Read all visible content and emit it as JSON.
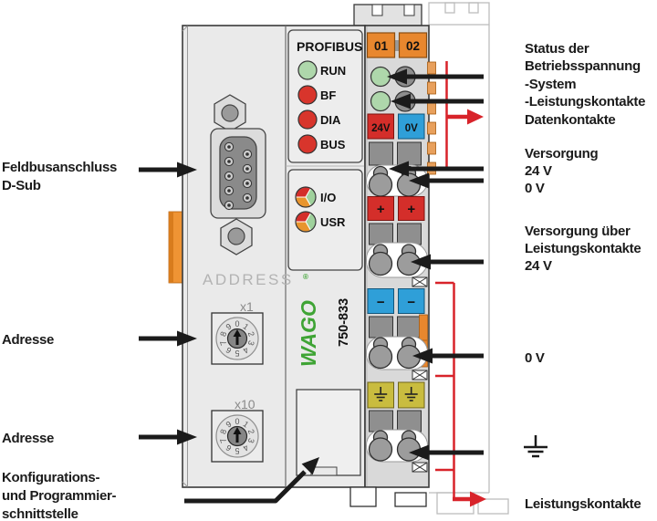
{
  "colors": {
    "wago_green": "#3fa435",
    "led_green": "#aed7ab",
    "led_red": "#d8352c",
    "signal_red": "#d8232a",
    "terminal_orange": "#e8872e",
    "supply_red": "#d42e2a",
    "supply_blue": "#2f9fd8",
    "earth_yellow": "#c9bc3f",
    "latch_orange": "#ef9434"
  },
  "module": {
    "brand": "WAGO",
    "reg_mark": "®",
    "model": "750-833",
    "fieldbus_panel": {
      "title": "PROFIBUS",
      "leds": [
        {
          "label": "RUN",
          "color": "#aed7ab"
        },
        {
          "label": "BF",
          "color": "#d8352c"
        },
        {
          "label": "DIA",
          "color": "#d8352c"
        },
        {
          "label": "BUS",
          "color": "#d8352c"
        }
      ]
    },
    "status_panel": {
      "leds": [
        {
          "label": "I/O"
        },
        {
          "label": "USR"
        }
      ]
    },
    "address_section": {
      "title": "ADDRESS",
      "switch1_label": "x1",
      "switch2_label": "x10",
      "digits": [
        "0",
        "1",
        "2",
        "3",
        "4",
        "5",
        "6",
        "7",
        "8",
        "9"
      ]
    },
    "terminals": {
      "slot_numbers": [
        "01",
        "02"
      ],
      "supply_24v": "24V",
      "supply_0v": "0V",
      "plus": "+",
      "minus": "−"
    }
  },
  "callouts_left": {
    "fieldbus_line1": "Feldbusanschluss",
    "fieldbus_line2": "D-Sub",
    "address_x1": "Adresse",
    "address_x10": "Adresse",
    "config_line1": "Konfigurations-",
    "config_line2": "und Programmier-",
    "config_line3": "schnittstelle"
  },
  "callouts_right": {
    "status_line1": "Status der",
    "status_line2": "Betriebsspannung",
    "status_line3": "-System",
    "status_line4": "-Leistungskontakte",
    "data_contacts": "Datenkontakte",
    "supply_line1": "Versorgung",
    "supply_line2": "24 V",
    "supply_line3": "0 V",
    "supply_pc_line1": "Versorgung über",
    "supply_pc_line2": "Leistungskontakte",
    "supply_pc_line3": "24 V",
    "zero_volt": "0 V",
    "power_contacts": "Leistungskontakte"
  }
}
